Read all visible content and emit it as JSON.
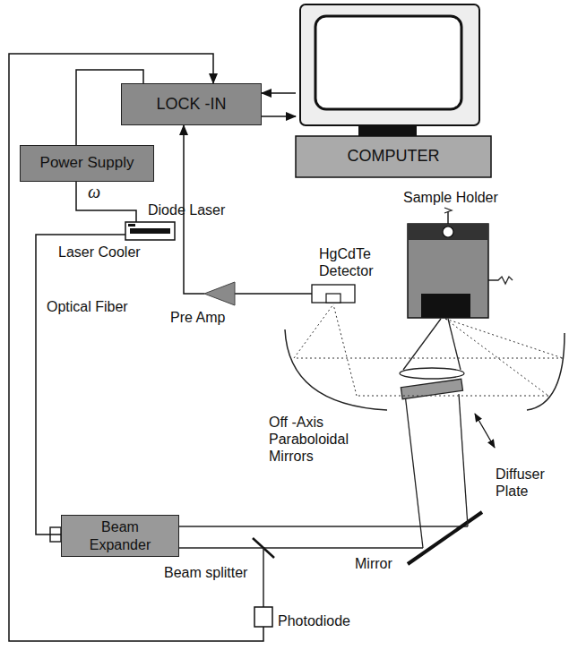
{
  "diagram": {
    "nodes": [
      {
        "text": [
          "COMPUTER"
        ]
      },
      {
        "text": [
          "LOCK -IN"
        ]
      },
      {
        "text": [
          "Power Supply"
        ]
      },
      {
        "text": [
          "Diode Laser",
          "Laser Cooler"
        ]
      },
      {
        "text": [
          "Pre Amp"
        ]
      },
      {
        "text": [
          "HgCdTe Detector"
        ]
      },
      {
        "text": [
          "Beam Expander"
        ]
      },
      {
        "text": [
          "Photodiode"
        ]
      },
      {
        "text": [
          "Sample Holder"
        ]
      }
    ],
    "edges": [
      {
        "from": 0,
        "to": 1,
        "arrow": "to"
      },
      {
        "from": 1,
        "to": 0,
        "arrow": "to"
      },
      {
        "from": 2,
        "to": 1,
        "arrow": "none"
      },
      {
        "from": 2,
        "to": 3,
        "arrow": "none"
      },
      {
        "from": 3,
        "to": 6,
        "arrow": "none"
      },
      {
        "from": 7,
        "to": 1,
        "arrow": "to"
      },
      {
        "from": 4,
        "to": 1,
        "arrow": "to"
      },
      {
        "from": 5,
        "to": 4,
        "arrow": "none"
      }
    ],
    "labels": [
      "ω",
      "Optical Fiber",
      "Off -Axis Paraboloidal Mirrors",
      "Diffuser Plate",
      "Mirror",
      "Beam splitter"
    ]
  }
}
